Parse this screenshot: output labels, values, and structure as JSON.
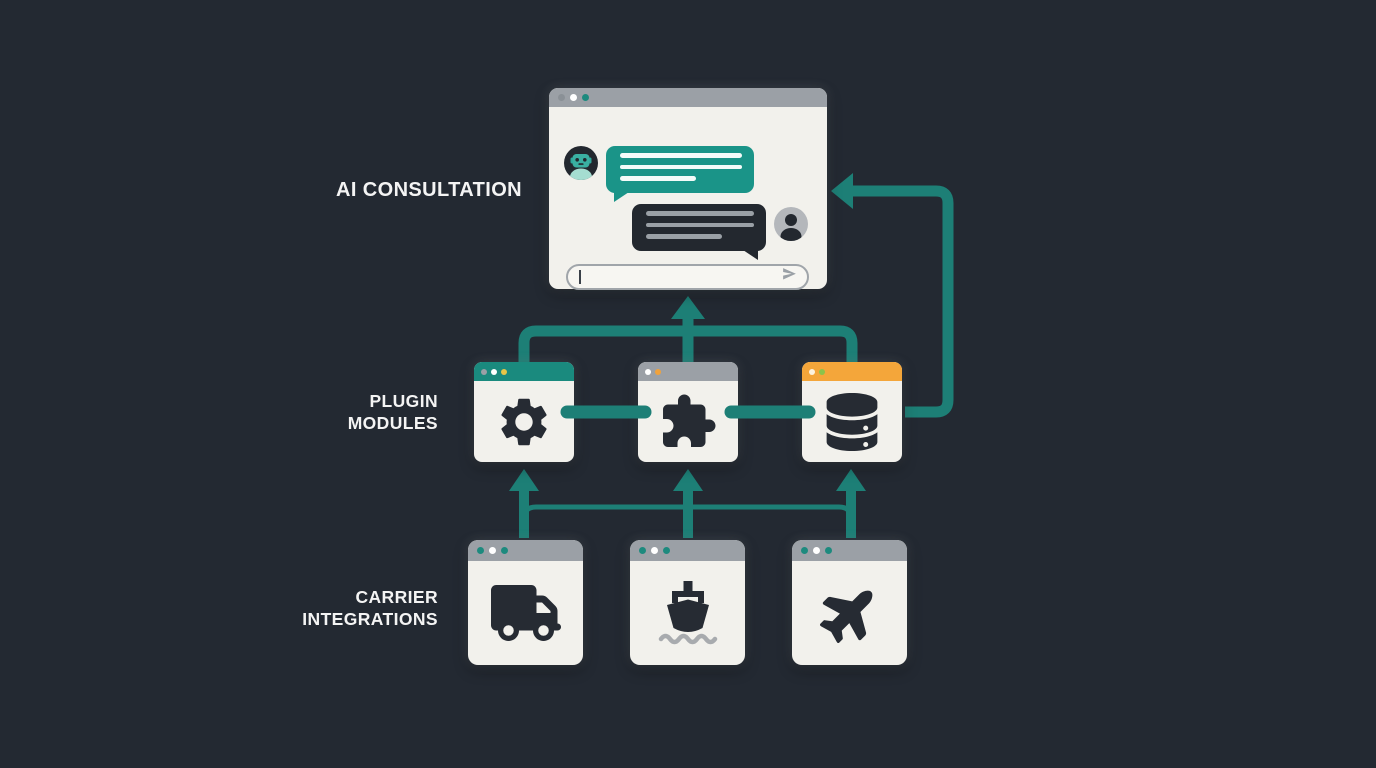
{
  "canvas": {
    "background_color": "#232932",
    "accent_color": "#1d7f76",
    "window_color": "#f2f1ec",
    "icon_color": "#262b33"
  },
  "labels": {
    "top": "AI CONSULTATION",
    "middle": "PLUGIN MODULES",
    "bottom": "CARRIER INTEGRATIONS"
  },
  "ai_chat_window": {
    "type": "browser-window",
    "titlebar_color": "#9ba0a6",
    "titlebar_dots": [
      "#8a9096",
      "#ffffff",
      "#1d8a7e"
    ],
    "bot_message": {
      "sender": "bot",
      "avatar": "robot-avatar-icon",
      "bubble_color": "#1a9488",
      "text_lines": 3
    },
    "user_message": {
      "sender": "user",
      "avatar": "user-avatar-icon",
      "bubble_color": "#23282f",
      "text_lines": 3
    },
    "input": {
      "value": "",
      "placeholder": "",
      "cursor_visible": true,
      "send_icon": "paper-plane-send-icon"
    }
  },
  "plugin_modules": [
    {
      "name": "settings-module",
      "icon": "gear-icon",
      "titlebar_color": "#1a8a7e",
      "titlebar_dots": [
        "#9ba0a6",
        "#ffffff",
        "#e8c547"
      ]
    },
    {
      "name": "extension-module",
      "icon": "puzzle-piece-icon",
      "titlebar_color": "#9ba0a6",
      "titlebar_dots": [
        "#ffffff",
        "#f0a23c"
      ]
    },
    {
      "name": "database-module",
      "icon": "database-icon",
      "titlebar_color": "#f4a63a",
      "titlebar_dots": [
        "#fdf3df",
        "#8bc34a"
      ]
    }
  ],
  "carrier_windows": [
    {
      "name": "truck-carrier",
      "icon": "truck-icon",
      "titlebar_color": "#9ba0a6",
      "titlebar_dots": [
        "#1d8a7e",
        "#ffffff",
        "#1d8a7e"
      ]
    },
    {
      "name": "ship-carrier",
      "icon": "ship-icon",
      "titlebar_color": "#9ba0a6",
      "titlebar_dots": [
        "#1d8a7e",
        "#ffffff",
        "#1d8a7e"
      ]
    },
    {
      "name": "plane-carrier",
      "icon": "plane-icon",
      "titlebar_color": "#9ba0a6",
      "titlebar_dots": [
        "#1d8a7e",
        "#ffffff",
        "#1d8a7e"
      ]
    }
  ],
  "connectors": {
    "color": "#1d7f76",
    "modules_to_chat": "three module stubs merge into one up-arrow into chat window",
    "database_to_chat": "right-side loop with left-pointing arrow into chat window",
    "carriers_to_modules": "three up-arrows joined by a thin horizontal bus"
  }
}
